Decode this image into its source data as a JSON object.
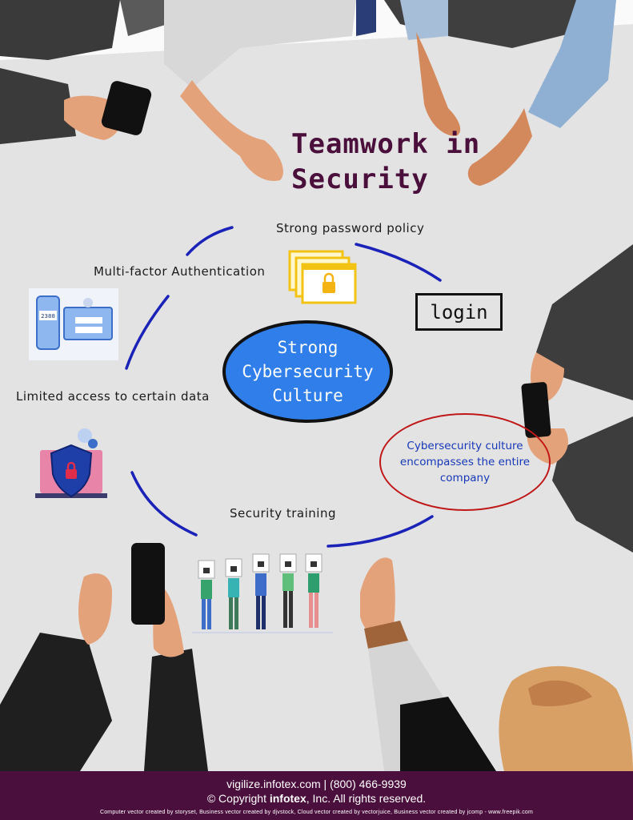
{
  "title": {
    "line1": "Teamwork in",
    "line2": "Security"
  },
  "labels": {
    "password_policy": "Strong password policy",
    "mfa": "Multi-factor Authentication",
    "limited_access": "Limited access to certain data",
    "training": "Security training",
    "login": "login"
  },
  "center": {
    "line1": "Strong",
    "line2": "Cybersecurity",
    "line3": "Culture"
  },
  "callout": {
    "line1": "Cybersecurity culture",
    "line2": "encompasses the entire",
    "line3": "company"
  },
  "phone_code": "2388",
  "footer": {
    "contact": "vigilize.infotex.com | (800) 466-9939",
    "copyright_prefix": "© Copyright ",
    "copyright_brand": "infotex",
    "copyright_suffix": ", Inc. All rights reserved.",
    "credits": "Computer vector created by storyset, Business vector created by djvstock, Cloud vector created by vectorjuice, Business vector created by jcomp - www.freepik.com"
  },
  "colors": {
    "table": "#e3e3e3",
    "title": "#4a0f3b",
    "footer_bg": "#4b0f3d",
    "oval_blue": "#2f7ee9",
    "arc_blue": "#1a22b8",
    "callout_red": "#c01818",
    "callout_text": "#1738b8",
    "skin": "#e4a27a"
  }
}
